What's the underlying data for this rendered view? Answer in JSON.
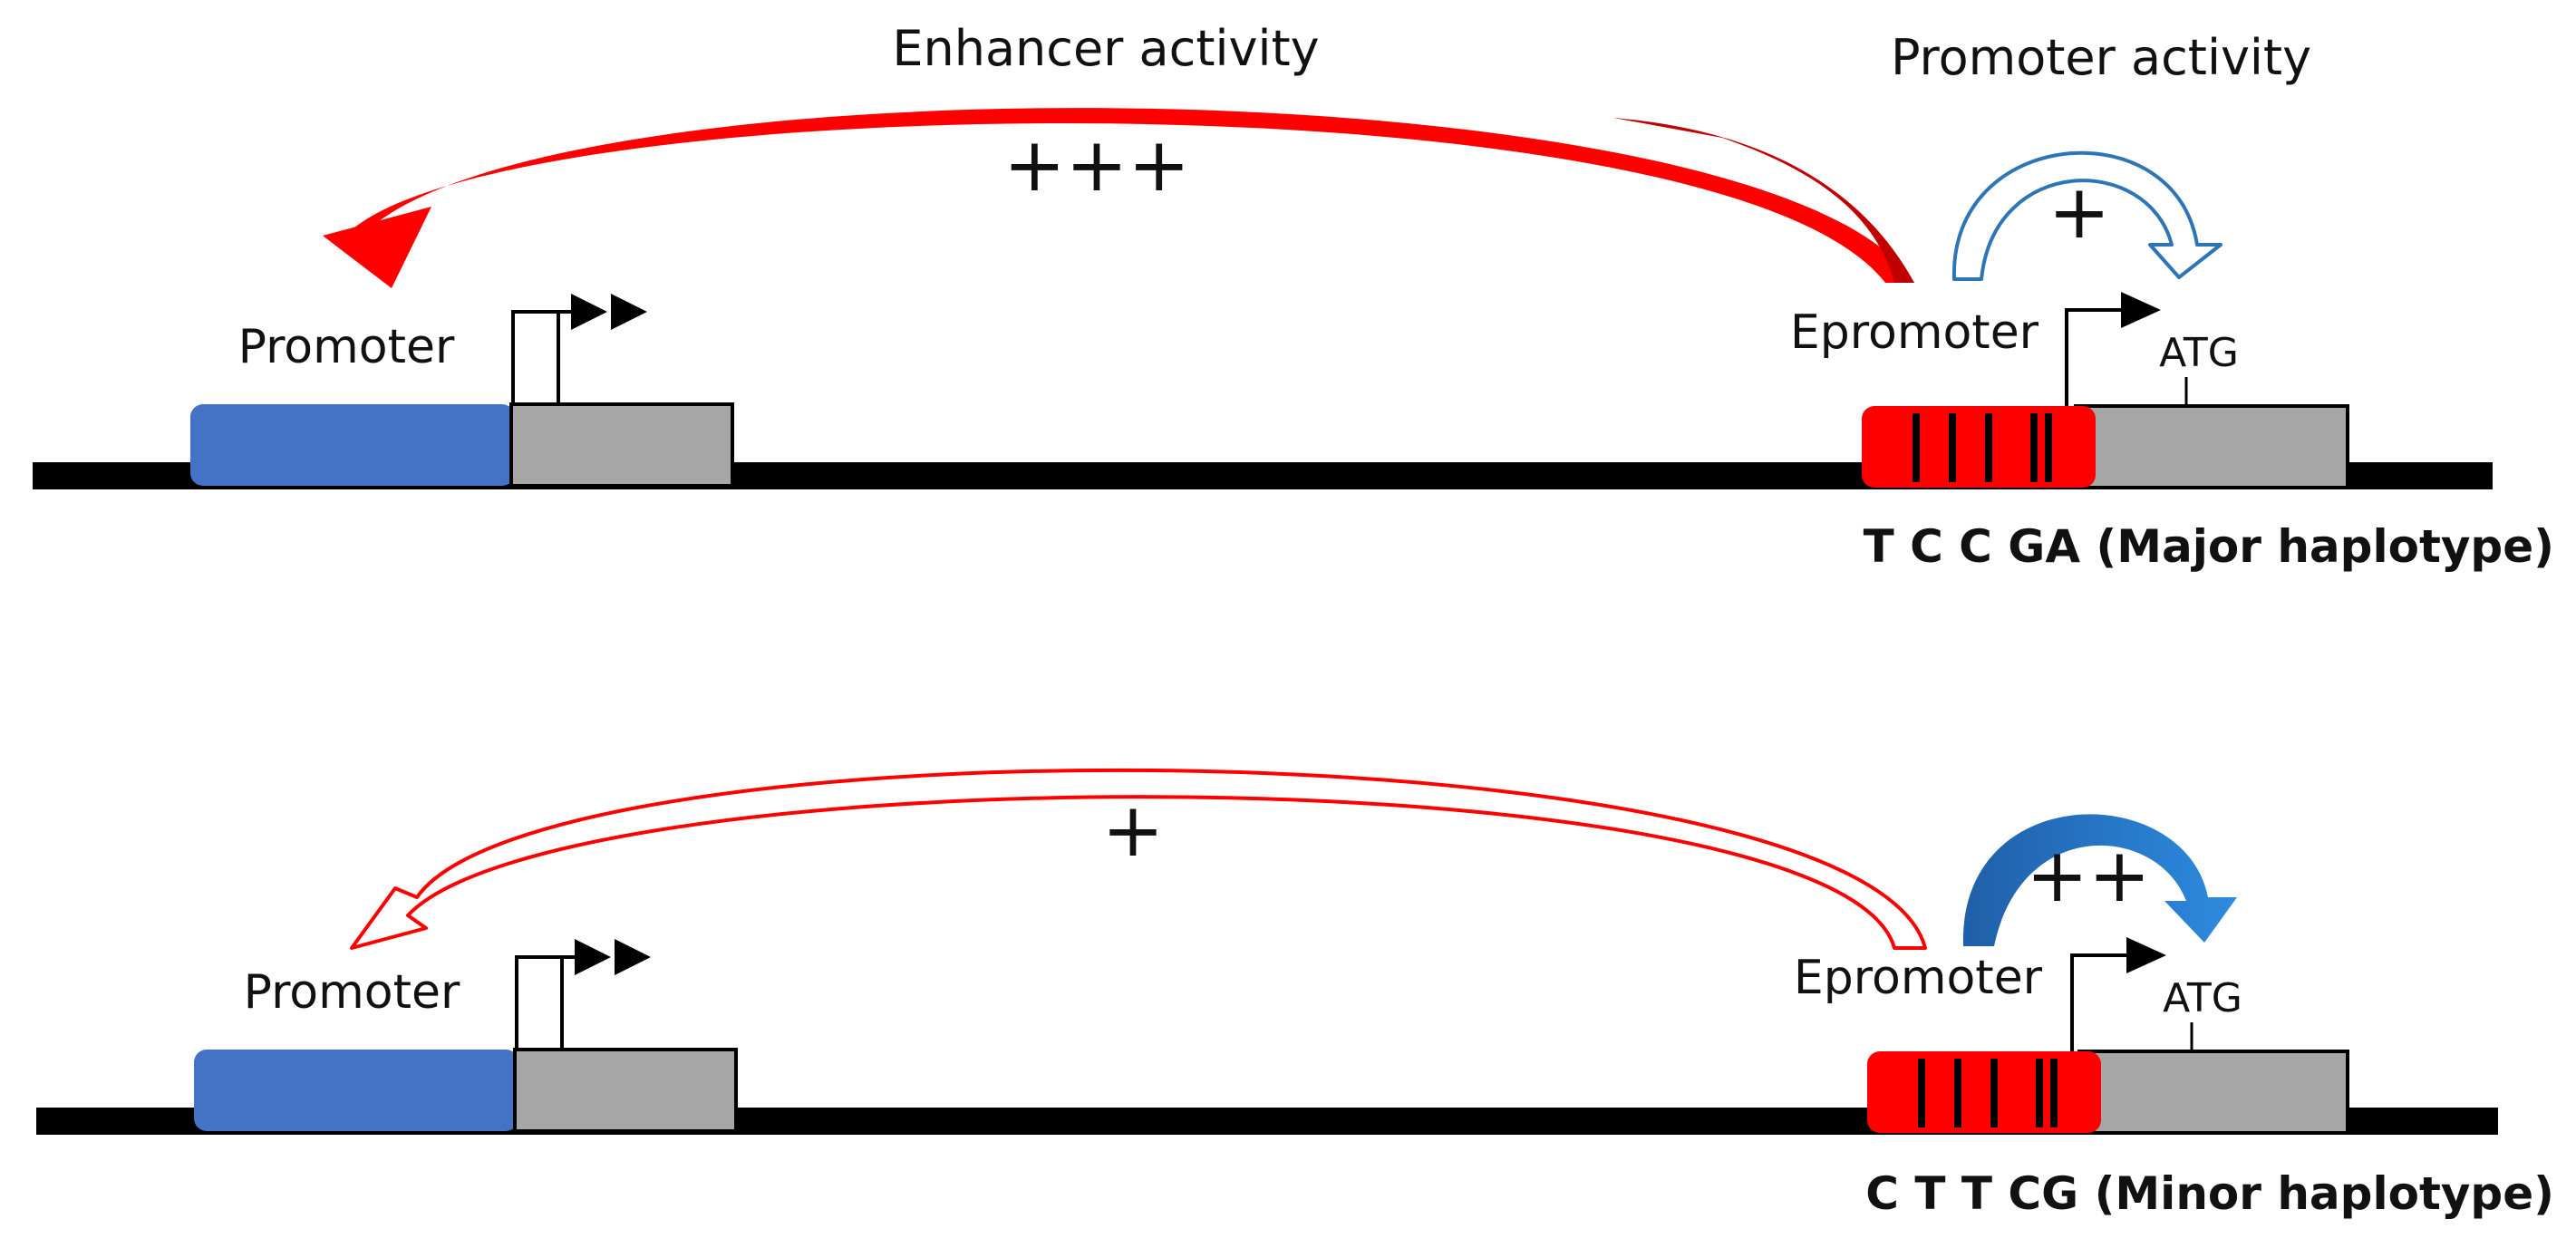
{
  "labels": {
    "enhancer_activity": "Enhancer activity",
    "promoter_activity": "Promoter activity"
  },
  "panels": [
    {
      "promoter_label": "Promoter",
      "epromoter_label": "Epromoter",
      "atg_label": "ATG",
      "enhancer_strength": "+++",
      "promoter_strength": "+",
      "haplotype": "T C C GA (Major haplotype)"
    },
    {
      "promoter_label": "Promoter",
      "epromoter_label": "Epromoter",
      "atg_label": "ATG",
      "enhancer_strength": "+",
      "promoter_strength": "++",
      "haplotype": "C T T CG (Minor haplotype)"
    }
  ],
  "colors": {
    "dna": "#000000",
    "promoter_region": "#4472C4",
    "gene_body": "#A6A6A6",
    "epromoter_region": "#FF0000",
    "enhancer_arrow": "#FF0000",
    "promoter_arrow": "#2E75B6"
  }
}
